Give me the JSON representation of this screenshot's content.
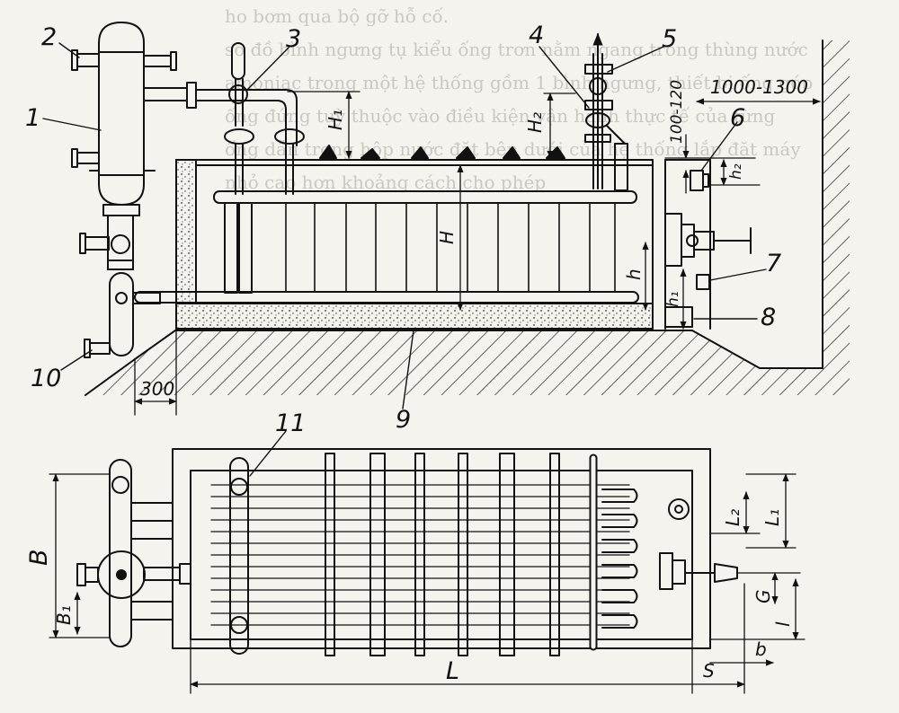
{
  "bleed_through_text": [
    "ho bơm qua bộ gỡ hỗ cố.",
    "so đồ bình ngưng tụ kiểu ống trơn nằm ngang trong thùng nước",
    "amoniac trong một hệ thống gồm 1 bình ngưng, thiết bị ống góp",
    "ống đứng tuỳ thuộc vào điều kiện vận hành thực tế của từng",
    "ống dẫn trong hộp nước đặt bên dưới của hệ thống lắp đặt máy",
    "nhỏ cao hơn khoảng cách cho phép"
  ],
  "callouts": {
    "n1": "1",
    "n2": "2",
    "n3": "3",
    "n4": "4",
    "n5": "5",
    "n6": "6",
    "n7": "7",
    "n8": "8",
    "n9": "9",
    "n10": "10",
    "n11": "11"
  },
  "dimensions": {
    "wall_gap": "1000-1300",
    "height_range": "100-120",
    "h1": "H₁",
    "h2": "H₂",
    "h": "H",
    "h_small": "h",
    "h_1": "h₁",
    "h_2": "h₂",
    "base_offset": "300",
    "b_width": "B",
    "b1": "B₁",
    "length": "L",
    "l1": "L₁",
    "l2": "L₂",
    "l_small": "l",
    "g": "G",
    "s": "S",
    "b_small": "b"
  }
}
